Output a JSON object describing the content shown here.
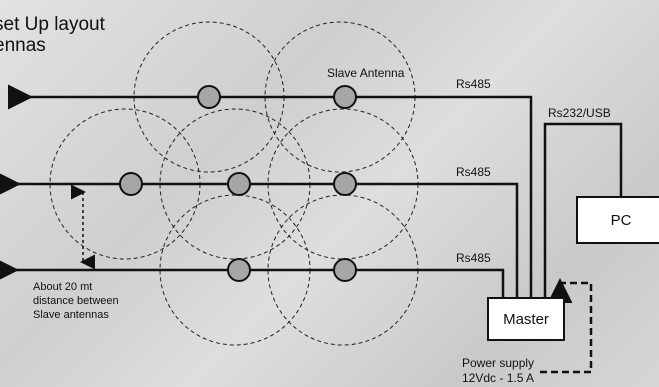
{
  "title": {
    "line1": "set Up layout",
    "line2": "ennas"
  },
  "labels": {
    "slave_antenna": "Slave Antenna",
    "rs485_top": "Rs485",
    "rs485_mid": "Rs485",
    "rs485_bottom": "Rs485",
    "rs232": "Rs232/USB",
    "distance_line1": "About 20 mt",
    "distance_line2": "distance between",
    "distance_line3": "Slave antennas",
    "power_line1": "Power supply",
    "power_line2": "12Vdc - 1.5 A"
  },
  "boxes": {
    "pc": "PC",
    "master": "Master"
  },
  "colors": {
    "line": "#111111",
    "antenna_fill": "#a6a6a6",
    "box_fill": "#ffffff"
  }
}
